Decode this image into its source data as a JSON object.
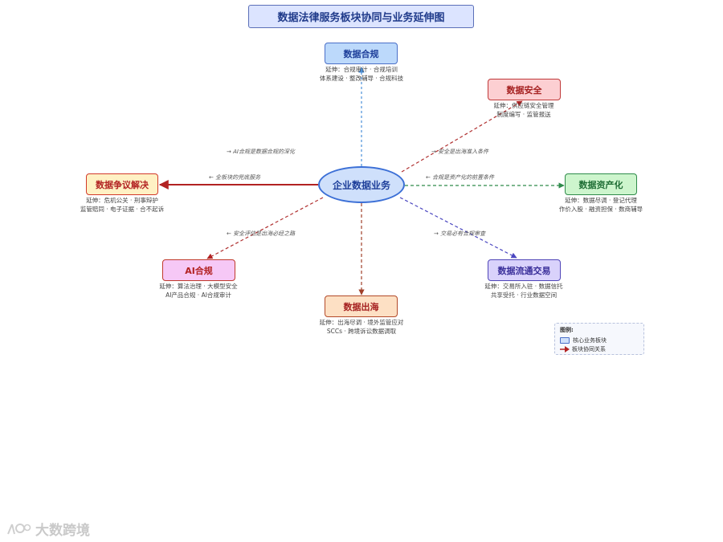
{
  "title": "数据法律服务板块协同与业务延伸图",
  "center": "企业数据业务",
  "nodes": {
    "compliance": {
      "label": "数据合规",
      "ext1": "延伸：合规审计 · 合规培训",
      "ext2": "体系建设 · 整改辅导 · 合规科技"
    },
    "security": {
      "label": "数据安全",
      "ext1": "延伸：供应链安全管理",
      "ext2": "制度编写 · 监管报送"
    },
    "dispute": {
      "label": "数据争议解决",
      "ext1": "延伸：危机公关 · 刑事辩护",
      "ext2": "监管赔同 · 电子证据 · 合不起诉"
    },
    "assets": {
      "label": "数据资产化",
      "ext1": "延伸：数据尽调 · 登记代理",
      "ext2": "作价入股 · 融资担保 · 数商辅导"
    },
    "ai": {
      "label": "AI合规",
      "ext1": "延伸：算法治理 · 大模型安全",
      "ext2": "AI产品合规 · AI合规审计"
    },
    "overseas": {
      "label": "数据出海",
      "ext1": "延伸：出海尽调 · 境外监管应对",
      "ext2": "SCCs · 跨境诉讼数据调取"
    },
    "trading": {
      "label": "数据流通交易",
      "ext1": "延伸：交易所入驻 · 数据信托",
      "ext2": "共享受托 · 行业数据空间"
    }
  },
  "relations": {
    "compliance": "→ AI合规是数据合规的深化",
    "security": "→ 安全是出海准入条件",
    "dispute": "← 全板块的兜底服务",
    "assets": "← 合规是资产化的前置条件",
    "ai": "← 安全评估是出海必经之路",
    "trading": "→ 交易必有合规审查"
  },
  "legend": {
    "title": "图例:",
    "core": "核心业务板块",
    "relation": "板块协同关系"
  },
  "watermark": "大数跨境",
  "colors": {
    "compliance": "#4a6fc8",
    "security": "#c03a3a",
    "dispute": "#b22222",
    "assets": "#2e8b4a",
    "ai": "#c0392b",
    "overseas": "#b34a2a",
    "trading": "#5046b8"
  }
}
